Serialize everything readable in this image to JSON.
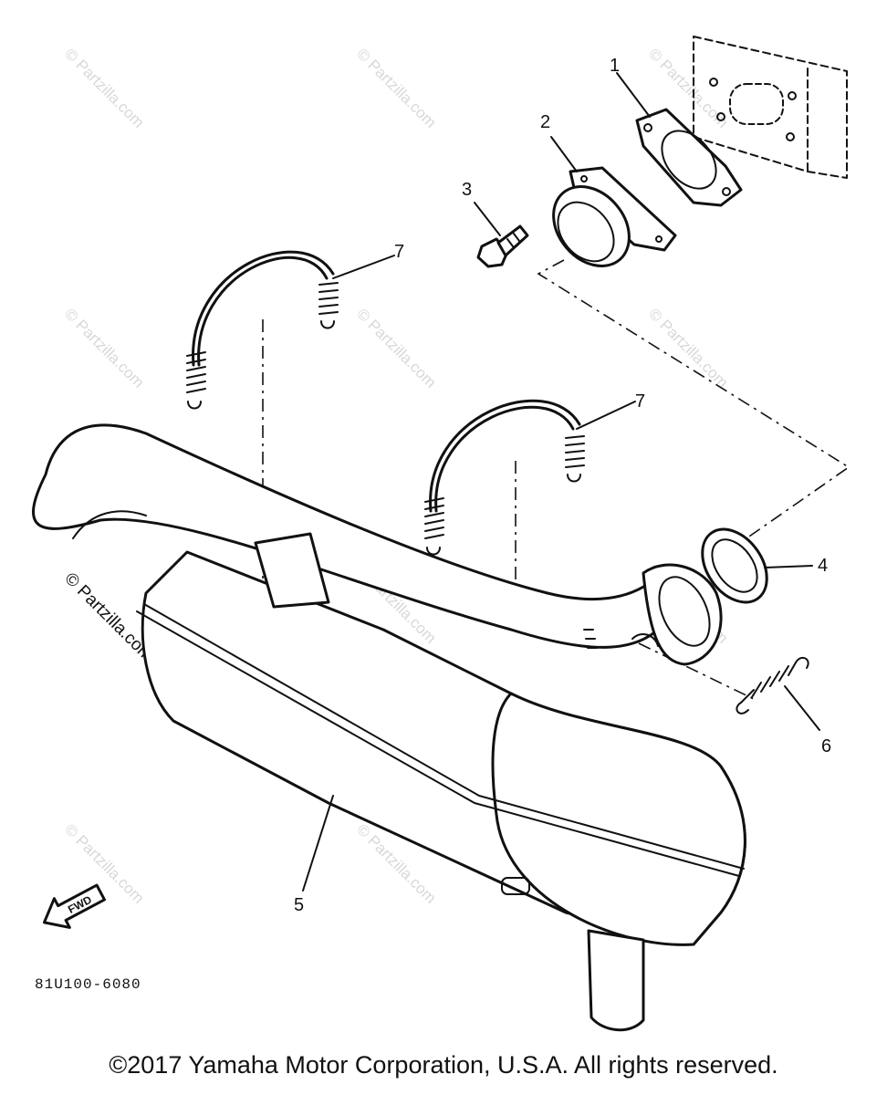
{
  "diagram": {
    "callouts": [
      "1",
      "2",
      "3",
      "4",
      "5",
      "6",
      "7",
      "7"
    ],
    "figure_code": "81U100-6080",
    "fwd_label": "FWD",
    "watermark": "© Partzilla.com",
    "copyright": "©2017 Yamaha Motor Corporation, U.S.A. All rights reserved."
  }
}
